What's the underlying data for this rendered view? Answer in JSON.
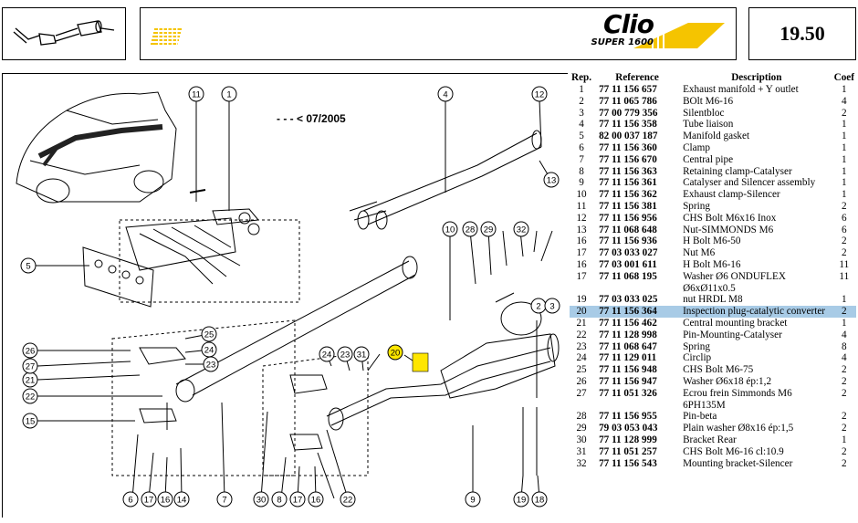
{
  "header": {
    "brand_logo": "Clio",
    "brand_sub": "SUPER 1600",
    "page_number": "19.50"
  },
  "diagram": {
    "date_note": "- - - < 07/2005",
    "callouts": [
      "1",
      "2",
      "3",
      "4",
      "5",
      "6",
      "7",
      "8",
      "9",
      "10",
      "11",
      "12",
      "13",
      "14",
      "15",
      "16",
      "17",
      "18",
      "19",
      "20",
      "21",
      "22",
      "23",
      "24",
      "25",
      "26",
      "27",
      "28",
      "29",
      "30",
      "31",
      "32"
    ],
    "highlighted_callout": "20"
  },
  "table": {
    "headers": {
      "rep": "Rep.",
      "reference": "Reference",
      "description": "Description",
      "coef": "Coef"
    },
    "rows": [
      {
        "rep": "1",
        "ref": "77 11 156 657",
        "desc": "Exhaust manifold + Y outlet",
        "coef": "1"
      },
      {
        "rep": "2",
        "ref": "77 11 065 786",
        "desc": "BOlt M6-16",
        "coef": "4"
      },
      {
        "rep": "3",
        "ref": "77 00 779 356",
        "desc": "Silentbloc",
        "coef": "2"
      },
      {
        "rep": "4",
        "ref": "77 11 156 358",
        "desc": "Tube liaison",
        "coef": "1"
      },
      {
        "rep": "5",
        "ref": "82 00 037 187",
        "desc": "Manifold gasket",
        "coef": "1"
      },
      {
        "rep": "6",
        "ref": "77 11 156 360",
        "desc": "Clamp",
        "coef": "1"
      },
      {
        "rep": "7",
        "ref": "77 11 156 670",
        "desc": "Central pipe",
        "coef": "1"
      },
      {
        "rep": "8",
        "ref": "77 11 156 363",
        "desc": "Retaining clamp-Catalyser",
        "coef": "1"
      },
      {
        "rep": "9",
        "ref": "77 11 156 361",
        "desc": "Catalyser and Silencer assembly",
        "coef": "1"
      },
      {
        "rep": "10",
        "ref": "77 11 156 362",
        "desc": "Exhaust clamp-Silencer",
        "coef": "1"
      },
      {
        "rep": "11",
        "ref": "77 11 156 381",
        "desc": "Spring",
        "coef": "2"
      },
      {
        "rep": "12",
        "ref": "77 11 156 956",
        "desc": "CHS Bolt M6x16 Inox",
        "coef": "6"
      },
      {
        "rep": "13",
        "ref": "77 11 068 648",
        "desc": "Nut-SIMMONDS M6",
        "coef": "6"
      },
      {
        "rep": "16",
        "ref": "77 11 156 936",
        "desc": "H Bolt M6-50",
        "coef": "2"
      },
      {
        "rep": "17",
        "ref": "77 03 033 027",
        "desc": "Nut M6",
        "coef": "2"
      },
      {
        "rep": "16",
        "ref": "77 03 001 611",
        "desc": "H Bolt M6-16",
        "coef": "11"
      },
      {
        "rep": "17",
        "ref": "77 11 068 195",
        "desc": "Washer Ø6 ONDUFLEX",
        "coef": "11"
      },
      {
        "rep": "",
        "ref": "",
        "desc": "Ø6xØ11x0.5",
        "coef": ""
      },
      {
        "rep": "19",
        "ref": "77 03 033 025",
        "desc": "nut HRDL M8",
        "coef": "1"
      },
      {
        "rep": "20",
        "ref": "77 11 156 364",
        "desc": "Inspection plug-catalytic converter",
        "coef": "2",
        "highlight": true
      },
      {
        "rep": "21",
        "ref": "77 11 156 462",
        "desc": "Central mounting bracket",
        "coef": "1"
      },
      {
        "rep": "22",
        "ref": "77 11 128 998",
        "desc": "Pin-Mounting-Catalyser",
        "coef": "4"
      },
      {
        "rep": "23",
        "ref": "77 11 068 647",
        "desc": "Spring",
        "coef": "8"
      },
      {
        "rep": "24",
        "ref": "77 11 129 011",
        "desc": "Circlip",
        "coef": "4"
      },
      {
        "rep": "25",
        "ref": "77 11 156 948",
        "desc": "CHS Bolt M6-75",
        "coef": "2"
      },
      {
        "rep": "26",
        "ref": "77 11 156 947",
        "desc": "Washer Ø6x18 ép:1,2",
        "coef": "2"
      },
      {
        "rep": "27",
        "ref": "77 11 051 326",
        "desc": "Ecrou frein Simmonds M6",
        "coef": "2"
      },
      {
        "rep": "",
        "ref": "",
        "desc": "6PH135M",
        "coef": ""
      },
      {
        "rep": "28",
        "ref": "77 11 156 955",
        "desc": "Pin-beta",
        "coef": "2"
      },
      {
        "rep": "29",
        "ref": "79 03 053 043",
        "desc": "Plain washer Ø8x16 ép:1,5",
        "coef": "2"
      },
      {
        "rep": "30",
        "ref": "77 11 128 999",
        "desc": "Bracket Rear",
        "coef": "1"
      },
      {
        "rep": "31",
        "ref": "77 11 051 257",
        "desc": "CHS Bolt M6-16 cl:10.9",
        "coef": "2"
      },
      {
        "rep": "32",
        "ref": "77 11 156 543",
        "desc": "Mounting bracket-Silencer",
        "coef": "2"
      }
    ]
  },
  "colors": {
    "accent_yellow": "#f5c400",
    "highlight_blue": "#a8cbe6",
    "callout_yellow": "#ffe600"
  },
  "icons": [
    "exhaust-thumbnail-icon",
    "yellow-stripes-icon",
    "clio-logo"
  ]
}
